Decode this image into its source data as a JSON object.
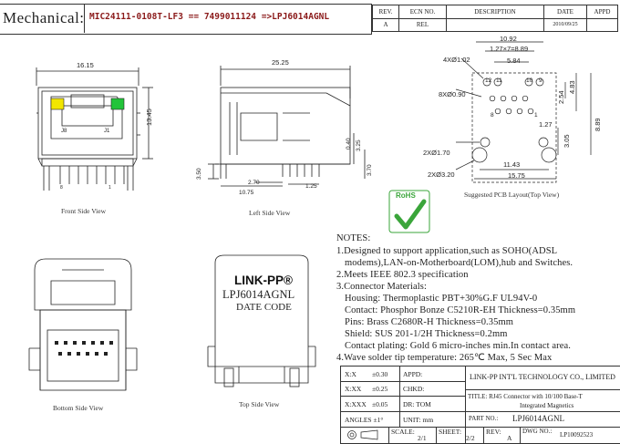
{
  "header": {
    "title_label": "Mechanical:",
    "part_line": "MIC24111-0108T-LF3 == 7499011124 =>LPJ6014AGNL",
    "rev_table": {
      "headers": [
        "REV.",
        "ECN NO.",
        "DESCRIPTION",
        "DATE",
        "APPD"
      ],
      "row": [
        "A",
        "REL",
        "",
        "2010/09/25",
        ""
      ]
    }
  },
  "views": {
    "front": {
      "caption": "Front Side View",
      "dim_width": "16.15",
      "dim_height": "13.45",
      "label_j8": "J8",
      "label_j1": "J1",
      "pin_left": "8",
      "pin_right": "1"
    },
    "left": {
      "caption": "Left Side View",
      "dim_length": "25.25",
      "dim_040": "0.40",
      "dim_325": "3.25",
      "dim_350": "3.50",
      "dim_370": "3.70",
      "dim_270": "2.70",
      "dim_125": "1.25",
      "dim_1075": "10.75"
    },
    "pcb": {
      "caption": "Suggested PCB Layout(Top View)",
      "dim_1092": "10.92",
      "dim_127x7": "1.27×7=8.89",
      "dim_584": "5.84",
      "holes_4": "4XØ1.02",
      "holes_8": "8XØ0.90",
      "holes_2a": "2XØ1.70",
      "holes_2b": "2XØ3.20",
      "dim_254": "2.54",
      "dim_483": "4.83",
      "dim_889": "8.89",
      "dim_305": "3.05",
      "dim_127": "1.27",
      "dim_1143": "11.43",
      "dim_1575": "15.75",
      "pin_labels_top": [
        "12",
        "11",
        "10",
        "9"
      ],
      "pin_labels_bottom": [
        "8",
        "1"
      ]
    },
    "bottom": {
      "caption": "Bottom Side View"
    },
    "top": {
      "caption": "Top Side View",
      "brand": "LINK-PP®",
      "model": "LPJ6014AGNL",
      "date_code": "DATE CODE"
    },
    "rohs_label": "RoHS"
  },
  "notes": {
    "heading": "NOTES:",
    "lines": [
      "1.Designed to support application,such as SOHO(ADSL",
      "  modems),LAN-on-Motherboard(LOM),hub and Switches.",
      "2.Meets IEEE 802.3 specification",
      "3.Connector Materials:",
      "  Housing: Thermoplastic PBT+30%G.F UL94V-0",
      "  Contact: Phosphor Bonze C5210R-EH Thickness=0.35mm",
      "  Pins: Brass C2680R-H  Thickness=0.35mm",
      "  Shield: SUS 201-1/2H  Thickness=0.2mm",
      "  Contact plating: Gold 6 micro-inches min.In contact area.",
      "4.Wave solder tip temperature: 265℃ Max, 5 Sec Max"
    ]
  },
  "title_block": {
    "tol_x": "X:X",
    "tol_x_val": "±0.30",
    "tol_xx": "X:XX",
    "tol_xx_val": "±0.25",
    "tol_xxx": "X:XXX",
    "tol_xxx_val": "±0.05",
    "tol_angles": "ANGLES ±1°",
    "appd": "APPD:",
    "chkd": "CHKD:",
    "dr": "DR:  TOM",
    "unit": "UNIT:   mm",
    "company": "LINK-PP INT'L TECHNOLOGY CO., LIMITED",
    "title_line1": "TITLE: RJ45 Connector with 10/100 Base-T",
    "title_line2": "Integrated Magnetics",
    "part_no_label": "PART NO.:",
    "part_no": "LPJ6014AGNL",
    "scale_label": "SCALE:",
    "scale": "2/1",
    "sheet_label": "SHEET:",
    "sheet": "2/2",
    "rev_label": "REV:",
    "rev": "A",
    "dwg_label": "DWG NO.:",
    "dwg": "LP10092523"
  },
  "colors": {
    "part_line": "#8b1a1a",
    "led_yellow": "#f2e600",
    "led_green": "#22c43a",
    "rohs_green": "#3aa53a"
  }
}
